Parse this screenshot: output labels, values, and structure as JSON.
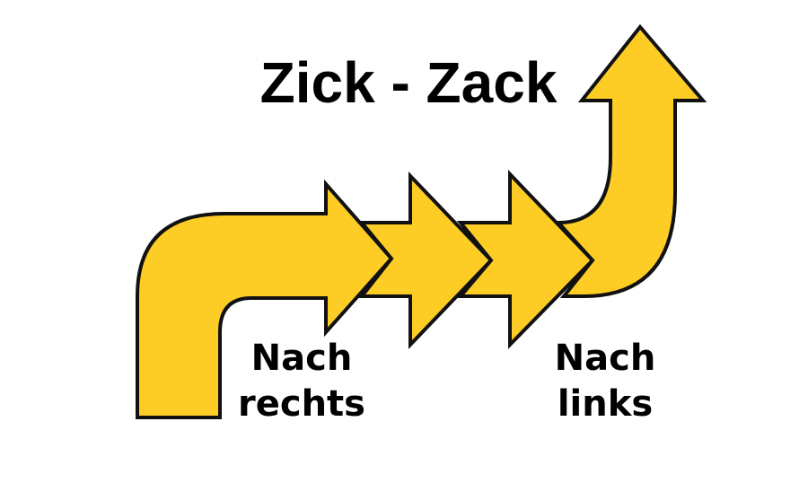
{
  "title": "Zick - Zack",
  "labels": {
    "right": [
      "Nach",
      "rechts"
    ],
    "left": [
      "Nach",
      "links"
    ]
  },
  "colors": {
    "fill": "#FDCD26",
    "stroke": "#111111",
    "text": "#000000"
  }
}
